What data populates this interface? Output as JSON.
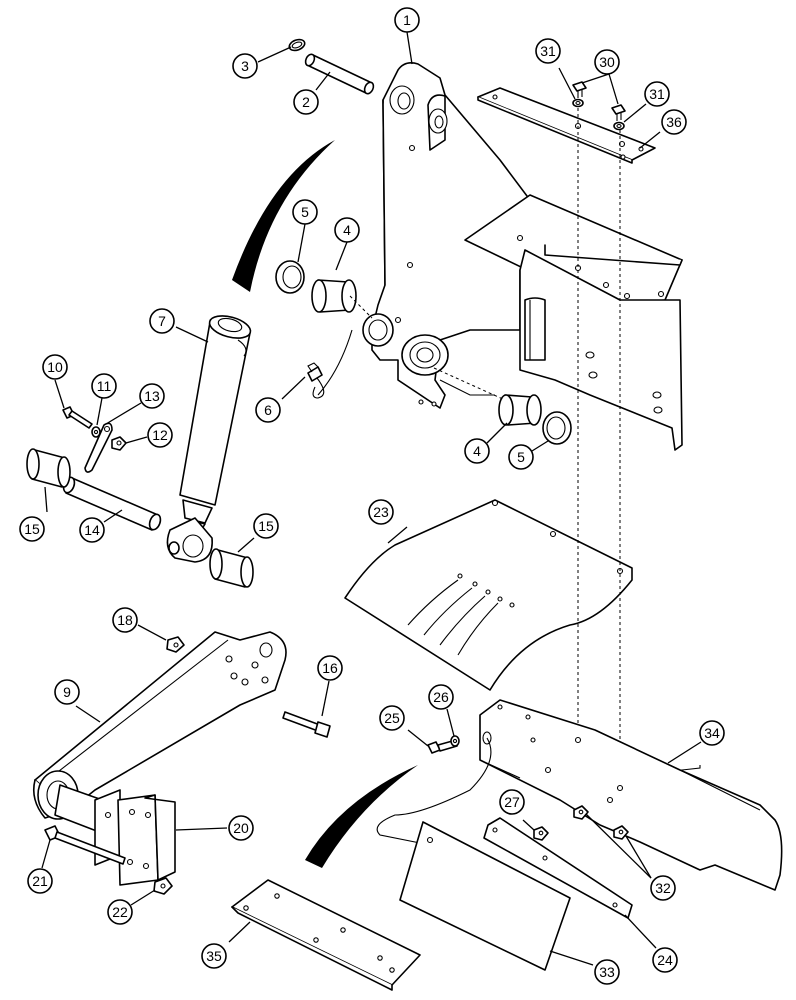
{
  "callouts": [
    {
      "id": "c1",
      "label": "1"
    },
    {
      "id": "c2",
      "label": "2"
    },
    {
      "id": "c3",
      "label": "3"
    },
    {
      "id": "c4a",
      "label": "4"
    },
    {
      "id": "c4b",
      "label": "4"
    },
    {
      "id": "c5a",
      "label": "5"
    },
    {
      "id": "c5b",
      "label": "5"
    },
    {
      "id": "c6",
      "label": "6"
    },
    {
      "id": "c7",
      "label": "7"
    },
    {
      "id": "c9",
      "label": "9"
    },
    {
      "id": "c10",
      "label": "10"
    },
    {
      "id": "c11",
      "label": "11"
    },
    {
      "id": "c12",
      "label": "12"
    },
    {
      "id": "c13",
      "label": "13"
    },
    {
      "id": "c14",
      "label": "14"
    },
    {
      "id": "c15a",
      "label": "15"
    },
    {
      "id": "c15b",
      "label": "15"
    },
    {
      "id": "c16",
      "label": "16"
    },
    {
      "id": "c18",
      "label": "18"
    },
    {
      "id": "c20",
      "label": "20"
    },
    {
      "id": "c21",
      "label": "21"
    },
    {
      "id": "c22",
      "label": "22"
    },
    {
      "id": "c23",
      "label": "23"
    },
    {
      "id": "c24",
      "label": "24"
    },
    {
      "id": "c25",
      "label": "25"
    },
    {
      "id": "c26",
      "label": "26"
    },
    {
      "id": "c27",
      "label": "27"
    },
    {
      "id": "c30",
      "label": "30"
    },
    {
      "id": "c31a",
      "label": "31"
    },
    {
      "id": "c31b",
      "label": "31"
    },
    {
      "id": "c32",
      "label": "32"
    },
    {
      "id": "c33",
      "label": "33"
    },
    {
      "id": "c34",
      "label": "34"
    },
    {
      "id": "c35",
      "label": "35"
    },
    {
      "id": "c36",
      "label": "36"
    }
  ]
}
